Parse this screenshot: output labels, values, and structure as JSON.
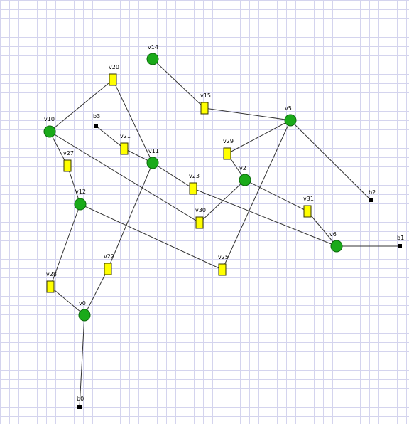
{
  "colors": {
    "background": "#ffffff",
    "grid": "#d4d4ee",
    "edge": "#333333",
    "vertex_fill": "#1aaa1a",
    "vertex_stroke": "#0d6b0d",
    "port_fill": "#ffff00",
    "port_stroke": "#333300",
    "terminal": "#000000"
  },
  "vertices": [
    {
      "id": "v14",
      "label": "v14",
      "kind": "vertex"
    },
    {
      "id": "v10",
      "label": "v10",
      "kind": "vertex"
    },
    {
      "id": "v11",
      "label": "v11",
      "kind": "vertex"
    },
    {
      "id": "v5",
      "label": "v5",
      "kind": "vertex"
    },
    {
      "id": "v2",
      "label": "v2",
      "kind": "vertex"
    },
    {
      "id": "v12",
      "label": "v12",
      "kind": "vertex"
    },
    {
      "id": "v6",
      "label": "v6",
      "kind": "vertex"
    },
    {
      "id": "v0",
      "label": "v0",
      "kind": "vertex"
    },
    {
      "id": "v20",
      "label": "v20",
      "kind": "port"
    },
    {
      "id": "v15",
      "label": "v15",
      "kind": "port"
    },
    {
      "id": "v21",
      "label": "v21",
      "kind": "port"
    },
    {
      "id": "v29",
      "label": "v29",
      "kind": "port"
    },
    {
      "id": "v27",
      "label": "v27",
      "kind": "port"
    },
    {
      "id": "v23",
      "label": "v23",
      "kind": "port"
    },
    {
      "id": "v31",
      "label": "v31",
      "kind": "port"
    },
    {
      "id": "v30",
      "label": "v30",
      "kind": "port"
    },
    {
      "id": "v22",
      "label": "v22",
      "kind": "port"
    },
    {
      "id": "v25",
      "label": "v25",
      "kind": "port"
    },
    {
      "id": "v28",
      "label": "v28",
      "kind": "port"
    },
    {
      "id": "b3",
      "label": "b3",
      "kind": "terminal"
    },
    {
      "id": "b2",
      "label": "b2",
      "kind": "terminal"
    },
    {
      "id": "b1",
      "label": "b1",
      "kind": "terminal"
    },
    {
      "id": "b0",
      "label": "b0",
      "kind": "terminal"
    }
  ],
  "edges": [
    [
      "v14",
      "v15"
    ],
    [
      "v15",
      "v5"
    ],
    [
      "v5",
      "b2"
    ],
    [
      "v5",
      "v29"
    ],
    [
      "v5",
      "v25"
    ],
    [
      "v29",
      "v2"
    ],
    [
      "v2",
      "v31"
    ],
    [
      "v31",
      "v6"
    ],
    [
      "v6",
      "b1"
    ],
    [
      "v2",
      "v30"
    ],
    [
      "v30",
      "v10"
    ],
    [
      "v10",
      "v20"
    ],
    [
      "v20",
      "v11"
    ],
    [
      "v10",
      "v27"
    ],
    [
      "v27",
      "v12"
    ],
    [
      "v12",
      "v28"
    ],
    [
      "v28",
      "v0"
    ],
    [
      "v0",
      "b0"
    ],
    [
      "v0",
      "v22"
    ],
    [
      "v22",
      "v11"
    ],
    [
      "b3",
      "v21"
    ],
    [
      "v21",
      "v11"
    ],
    [
      "v11",
      "v23"
    ],
    [
      "v23",
      "v6"
    ],
    [
      "v12",
      "v25"
    ]
  ]
}
